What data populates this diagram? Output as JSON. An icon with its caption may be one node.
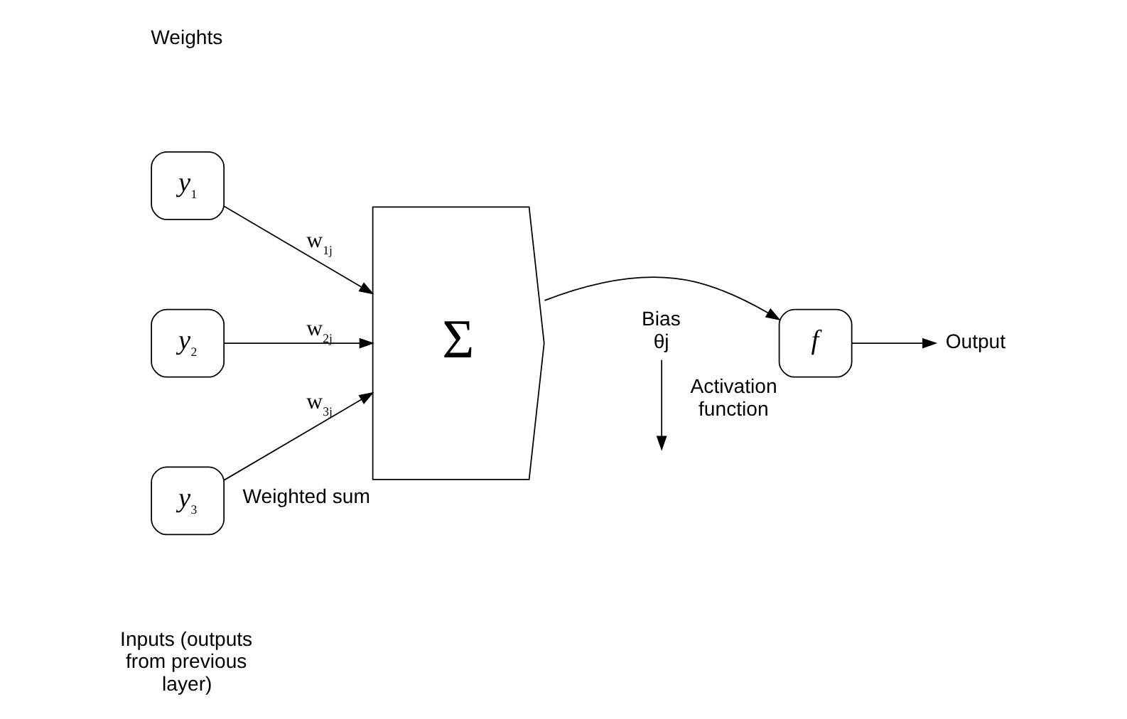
{
  "diagram": {
    "nodes": [
      {
        "text": [
          "*y*$_{1}$"
        ]
      },
      {
        "text": [
          "*y*$_{2}$"
        ]
      },
      {
        "text": [
          "*y*$_{3}$"
        ]
      },
      {
        "text": [
          "Σ"
        ],
        "beside": [
          "Weighted sum"
        ]
      },
      {
        "text": [
          "*f*"
        ],
        "beside": [
          "Activation function"
        ]
      },
      {
        "text": [
          "Output"
        ]
      },
      {
        "text": [
          "Bias",
          "θj"
        ]
      }
    ],
    "edges": [
      {
        "from": 0,
        "to": 3,
        "arrow": "to",
        "label": "w$_{1j}$"
      },
      {
        "from": 1,
        "to": 3,
        "arrow": "to",
        "label": "w$_{2j}$"
      },
      {
        "from": 2,
        "to": 3,
        "arrow": "to",
        "label": "w$_{3j}$"
      },
      {
        "from": 3,
        "to": 4,
        "arrow": "to"
      },
      {
        "from": 4,
        "to": 5,
        "arrow": "to"
      },
      {
        "from": 6,
        "to": null,
        "arrow": "to"
      }
    ],
    "labels": [
      "Weights",
      "Inputs (outputs from previous layer)"
    ]
  }
}
